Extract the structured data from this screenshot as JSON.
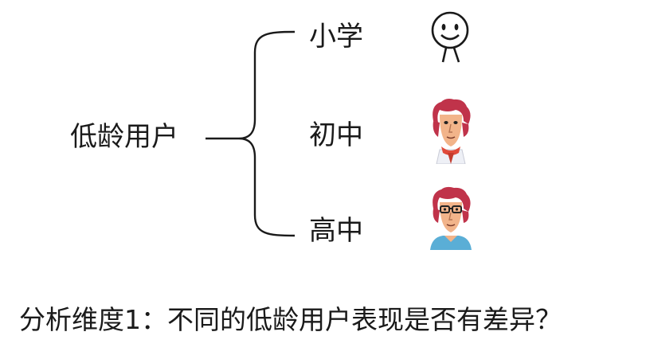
{
  "diagram": {
    "root": "低龄用户",
    "branches": [
      {
        "label": "小学",
        "icon": "stick-figure-icon"
      },
      {
        "label": "初中",
        "icon": "red-hair-teen-icon"
      },
      {
        "label": "高中",
        "icon": "red-hair-glasses-teen-icon"
      }
    ],
    "caption": "分析维度1：不同的低龄用户表现是否有差异？"
  },
  "colors": {
    "text": "#1a1a1a",
    "hair": "#c0334a",
    "skin": "#f2b48a",
    "shirt_teal": "#5aaed6",
    "scarf_red": "#e04a3a"
  }
}
